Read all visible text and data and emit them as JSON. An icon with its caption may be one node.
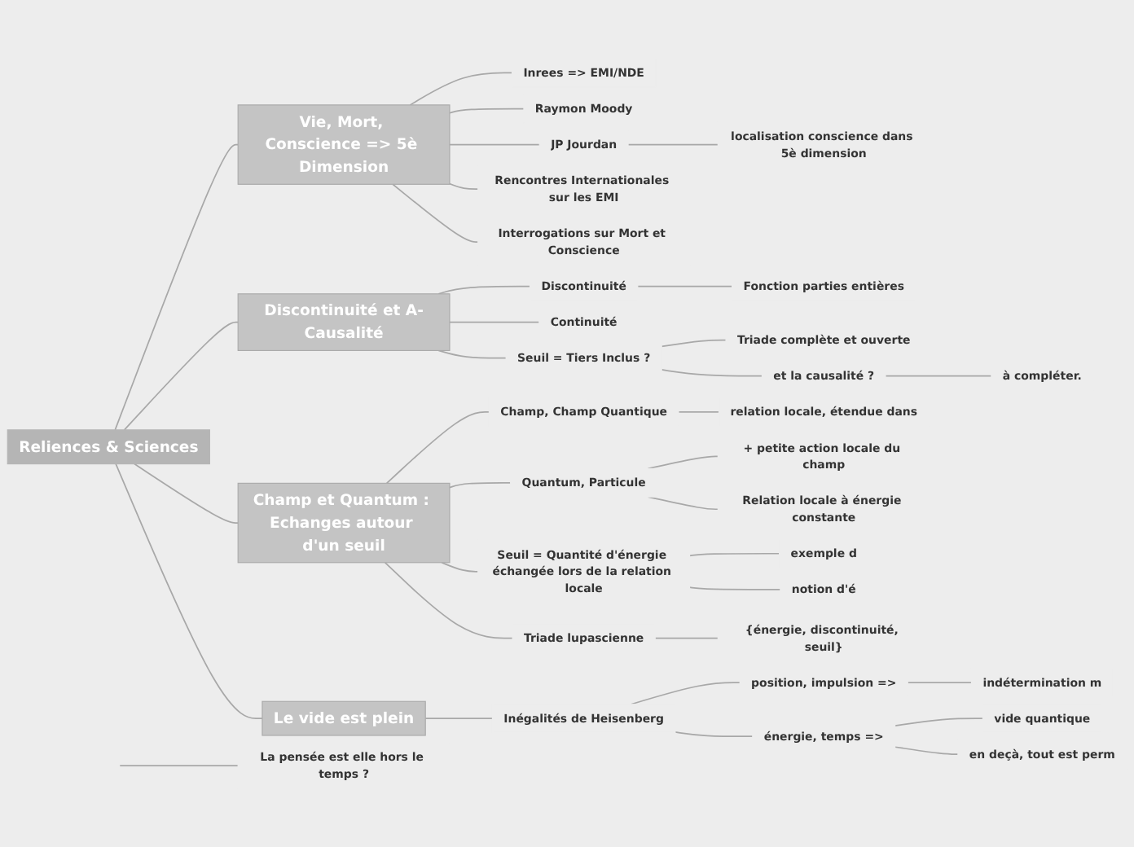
{
  "diagram": {
    "nodes": [
      {
        "text": [
          "Reliences & Sciences"
        ]
      },
      {
        "text": [
          "Vie, Mort, Conscience => 5è Dimension"
        ]
      },
      {
        "text": [
          "Inrees => EMI/NDE"
        ]
      },
      {
        "text": [
          "Raymon Moody"
        ]
      },
      {
        "text": [
          "JP Jourdan"
        ]
      },
      {
        "text": [
          "localisation conscience dans 5è dimension"
        ]
      },
      {
        "text": [
          "Rencontres Internationales sur les EMI"
        ]
      },
      {
        "text": [
          "Interrogations sur Mort et Conscience"
        ]
      },
      {
        "text": [
          "Discontinuité et A-Causalité"
        ]
      },
      {
        "text": [
          "Discontinuité"
        ]
      },
      {
        "text": [
          "Fonction parties entières"
        ]
      },
      {
        "text": [
          "Continuité"
        ]
      },
      {
        "text": [
          "Seuil = Tiers Inclus ?"
        ]
      },
      {
        "text": [
          "Triade complète et ouverte"
        ]
      },
      {
        "text": [
          "et la causalité ?"
        ]
      },
      {
        "text": [
          "à compléter."
        ]
      },
      {
        "text": [
          "Champ et Quantum : Echanges autour d'un seuil"
        ]
      },
      {
        "text": [
          "Champ, Champ Quantique"
        ]
      },
      {
        "text": [
          "relation locale, étendue dans"
        ]
      },
      {
        "text": [
          "Quantum, Particule"
        ]
      },
      {
        "text": [
          "+ petite action locale du champ"
        ]
      },
      {
        "text": [
          "Relation locale à énergie constante"
        ]
      },
      {
        "text": [
          "Seuil = Quantité d'énergie échangée lors de la relation locale"
        ]
      },
      {
        "text": [
          "exemple d"
        ]
      },
      {
        "text": [
          "notion d'é"
        ]
      },
      {
        "text": [
          "Triade lupascienne"
        ]
      },
      {
        "text": [
          "{énergie, discontinuité, seuil}"
        ]
      },
      {
        "text": [
          "Le vide est plein"
        ]
      },
      {
        "text": [
          "Inégalités de Heisenberg"
        ]
      },
      {
        "text": [
          "position, impulsion =>"
        ]
      },
      {
        "text": [
          "indétermination m"
        ]
      },
      {
        "text": [
          "énergie, temps =>"
        ]
      },
      {
        "text": [
          "vide quantique"
        ]
      },
      {
        "text": [
          "en deçà, tout est perm"
        ]
      },
      {
        "text": [
          "La pensée est elle hors le temps ?"
        ]
      }
    ],
    "edges": [
      {
        "from": 0,
        "to": 1,
        "arrow": "none"
      },
      {
        "from": 1,
        "to": 2,
        "arrow": "none"
      },
      {
        "from": 1,
        "to": 3,
        "arrow": "none"
      },
      {
        "from": 1,
        "to": 4,
        "arrow": "none"
      },
      {
        "from": 4,
        "to": 5,
        "arrow": "none"
      },
      {
        "from": 1,
        "to": 6,
        "arrow": "none"
      },
      {
        "from": 1,
        "to": 7,
        "arrow": "none"
      },
      {
        "from": 0,
        "to": 8,
        "arrow": "none"
      },
      {
        "from": 8,
        "to": 9,
        "arrow": "none"
      },
      {
        "from": 9,
        "to": 10,
        "arrow": "none"
      },
      {
        "from": 8,
        "to": 11,
        "arrow": "none"
      },
      {
        "from": 8,
        "to": 12,
        "arrow": "none"
      },
      {
        "from": 12,
        "to": 13,
        "arrow": "none"
      },
      {
        "from": 12,
        "to": 14,
        "arrow": "none"
      },
      {
        "from": 14,
        "to": 15,
        "arrow": "none"
      },
      {
        "from": 0,
        "to": 16,
        "arrow": "none"
      },
      {
        "from": 16,
        "to": 17,
        "arrow": "none"
      },
      {
        "from": 17,
        "to": 18,
        "arrow": "none"
      },
      {
        "from": 16,
        "to": 19,
        "arrow": "none"
      },
      {
        "from": 19,
        "to": 20,
        "arrow": "none"
      },
      {
        "from": 19,
        "to": 21,
        "arrow": "none"
      },
      {
        "from": 16,
        "to": 22,
        "arrow": "none"
      },
      {
        "from": 22,
        "to": 23,
        "arrow": "none"
      },
      {
        "from": 22,
        "to": 24,
        "arrow": "none"
      },
      {
        "from": 16,
        "to": 25,
        "arrow": "none"
      },
      {
        "from": 25,
        "to": 26,
        "arrow": "none"
      },
      {
        "from": 0,
        "to": 27,
        "arrow": "none"
      },
      {
        "from": 27,
        "to": 28,
        "arrow": "none"
      },
      {
        "from": 28,
        "to": 29,
        "arrow": "none"
      },
      {
        "from": 29,
        "to": 30,
        "arrow": "none"
      },
      {
        "from": 28,
        "to": 31,
        "arrow": "none"
      },
      {
        "from": 31,
        "to": 32,
        "arrow": "none"
      },
      {
        "from": 31,
        "to": 33,
        "arrow": "none"
      },
      {
        "from": null,
        "to": 34,
        "arrow": "none"
      }
    ]
  }
}
